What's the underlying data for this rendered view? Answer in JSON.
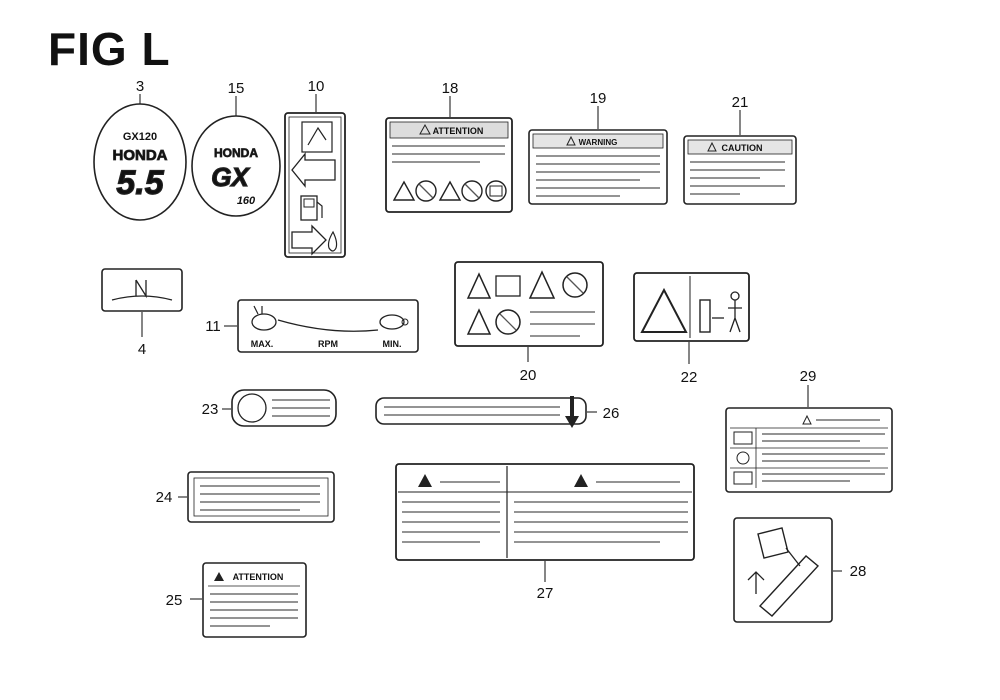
{
  "figure": {
    "title": "FIG L",
    "colors": {
      "ink": "#222222",
      "text_lines": "#555555",
      "background": "#ffffff"
    }
  },
  "callouts": [
    "3",
    "15",
    "10",
    "18",
    "19",
    "21",
    "4",
    "11",
    "20",
    "22",
    "23",
    "26",
    "29",
    "24",
    "27",
    "28",
    "25"
  ],
  "label_text": {
    "gx_top": "GX120",
    "honda": "HONDA",
    "displacement": "5.5",
    "gx": "GX",
    "gx_num": "160",
    "attention": "ATTENTION",
    "warning": "WARNING",
    "caution": "CAUTION",
    "throttle_max": "MAX.",
    "throttle_rpm": "RPM",
    "throttle_min": "MIN."
  },
  "icons": [
    "engine-emblem-icon",
    "fuel-pump-icon",
    "arrow-right-icon",
    "arrow-left-icon",
    "oil-drop-icon",
    "warning-triangle-icon",
    "no-fire-icon",
    "book-icon",
    "hare-icon",
    "tortoise-icon",
    "down-arrow-icon",
    "person-icon",
    "oil-can-icon"
  ]
}
